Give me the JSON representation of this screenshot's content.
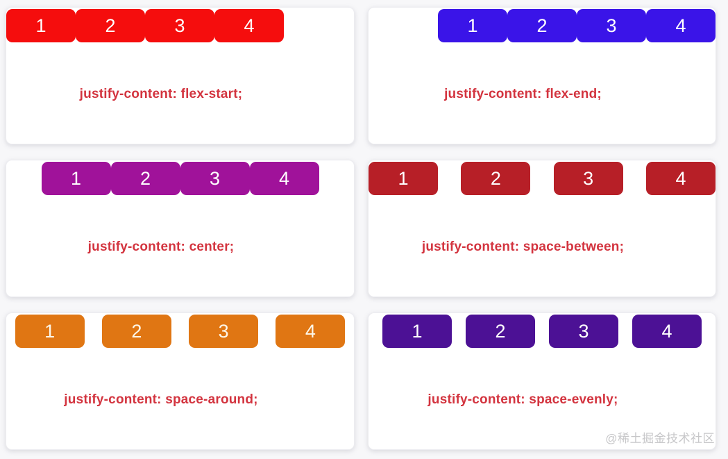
{
  "page": {
    "background_color": "#f7f7f9",
    "card_color": "#ffffff",
    "label_color": "#d3343f",
    "watermark": "@稀土掘金技术社区",
    "watermark_color": "#c7c7c9"
  },
  "panels": [
    {
      "id": "flex-start",
      "justify": "flex-start",
      "label": "justify-content: flex-start;",
      "box_color": "#f50d0d",
      "item_text_color": "#ffffff",
      "items": [
        "1",
        "2",
        "3",
        "4"
      ]
    },
    {
      "id": "flex-end",
      "justify": "flex-end",
      "label": "justify-content: flex-end;",
      "box_color": "#3a14e8",
      "item_text_color": "#ffffff",
      "items": [
        "1",
        "2",
        "3",
        "4"
      ]
    },
    {
      "id": "center",
      "justify": "center",
      "label": "justify-content: center;",
      "box_color": "#a0129a",
      "item_text_color": "#ffffff",
      "items": [
        "1",
        "2",
        "3",
        "4"
      ]
    },
    {
      "id": "space-between",
      "justify": "space-between",
      "label": "justify-content: space-between;",
      "box_color": "#b71f27",
      "item_text_color": "#ffffff",
      "items": [
        "1",
        "2",
        "3",
        "4"
      ]
    },
    {
      "id": "space-around",
      "justify": "space-around",
      "label": "justify-content: space-around;",
      "box_color": "#e07613",
      "item_text_color": "#fdf6e8",
      "items": [
        "1",
        "2",
        "3",
        "4"
      ]
    },
    {
      "id": "space-evenly",
      "justify": "space-evenly",
      "label": "justify-content: space-evenly;",
      "box_color": "#4c1195",
      "item_text_color": "#ffffff",
      "items": [
        "1",
        "2",
        "3",
        "4"
      ]
    }
  ]
}
